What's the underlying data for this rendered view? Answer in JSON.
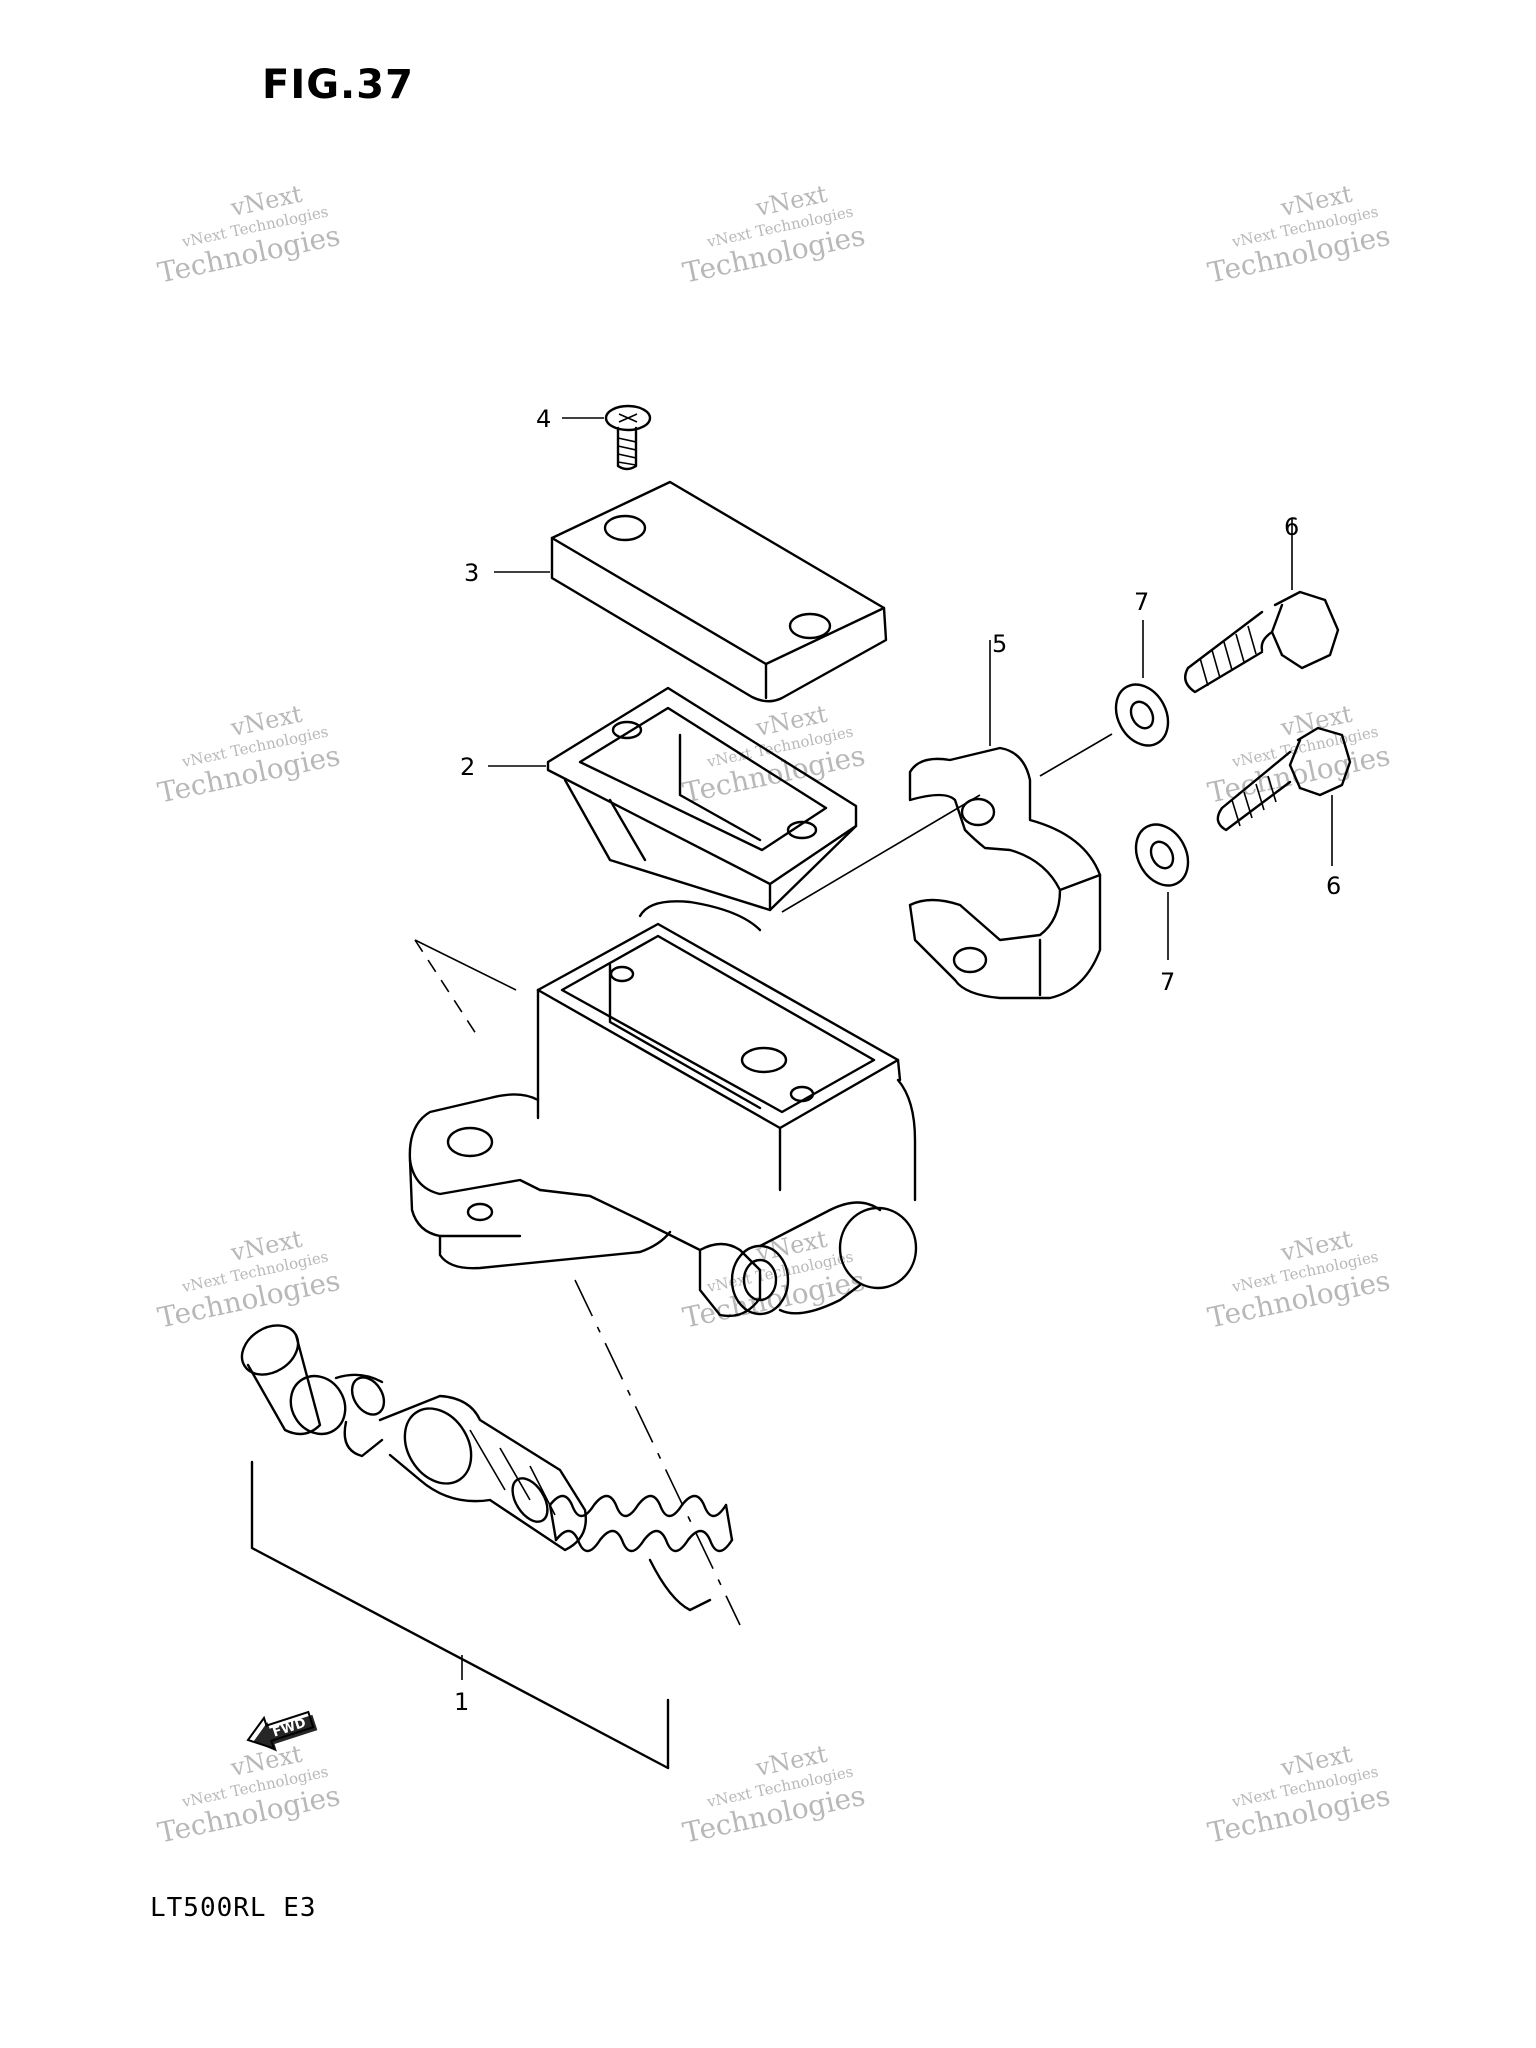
{
  "figure": {
    "title": "FIG.37",
    "model": "LT500RL  E3"
  },
  "watermark": {
    "line1": "vNext Technologies",
    "line2": "vNext",
    "line3": "Technologies"
  },
  "fwd_arrow": {
    "label": "FWD"
  },
  "callouts": [
    {
      "id": "1",
      "label": "1"
    },
    {
      "id": "2",
      "label": "2"
    },
    {
      "id": "3",
      "label": "3"
    },
    {
      "id": "4",
      "label": "4"
    },
    {
      "id": "5",
      "label": "5"
    },
    {
      "id": "6a",
      "label": "6"
    },
    {
      "id": "6b",
      "label": "6"
    },
    {
      "id": "7a",
      "label": "7"
    },
    {
      "id": "7b",
      "label": "7"
    }
  ]
}
